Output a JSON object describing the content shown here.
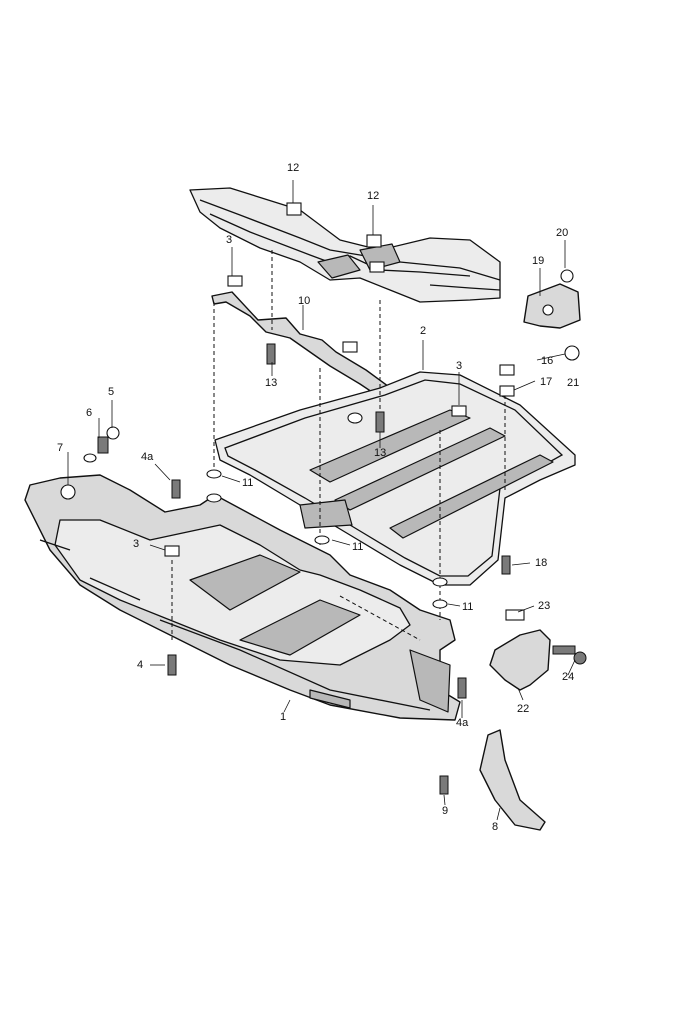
{
  "diagram": {
    "callouts": {
      "c1": "1",
      "c2": "2",
      "c3a": "3",
      "c3b": "3",
      "c3c": "3",
      "c4": "4",
      "c4a_left": "4a",
      "c4a_right": "4a",
      "c5": "5",
      "c6": "6",
      "c7": "7",
      "c8": "8",
      "c9": "9",
      "c10": "10",
      "c11a": "11",
      "c11b": "11",
      "c11c": "11",
      "c12a": "12",
      "c12b": "12",
      "c13a": "13",
      "c13b": "13",
      "c16": "16",
      "c17": "17",
      "c18": "18",
      "c19": "19",
      "c20": "20",
      "c21": "21",
      "c22": "22",
      "c23": "23",
      "c24": "24"
    }
  }
}
